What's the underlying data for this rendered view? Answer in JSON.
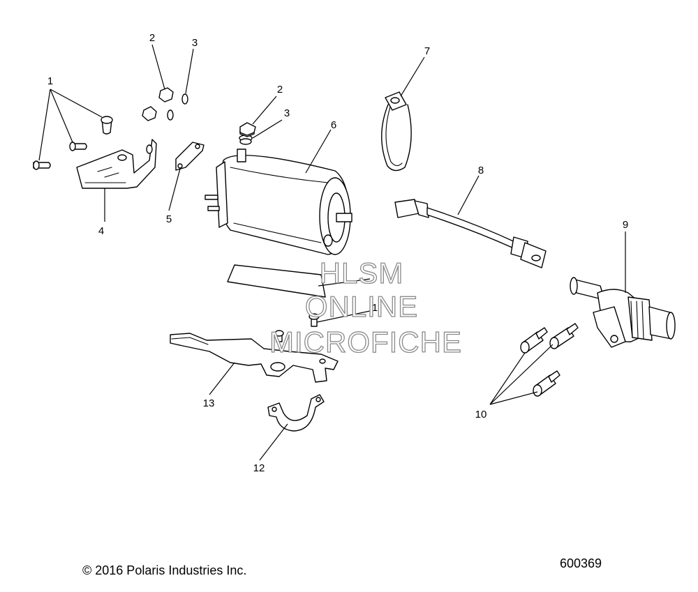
{
  "callouts": {
    "c1a": "1",
    "c2a": "2",
    "c3a": "3",
    "c2b": "2",
    "c3b": "3",
    "c4": "4",
    "c5": "5",
    "c6": "6",
    "c7": "7",
    "c8": "8",
    "c9": "9",
    "c1b": "1",
    "c10": "10",
    "c12": "12",
    "c13": "13"
  },
  "watermark": {
    "line1": "HLSM",
    "line2": "ONLINE",
    "line3": "MICROFICHE"
  },
  "footer": {
    "copyright": "© 2016 Polaris Industries Inc.",
    "figure_id": "600369"
  },
  "colors": {
    "line": "#000000",
    "watermark": "#8a8a8a",
    "background": "#ffffff"
  }
}
